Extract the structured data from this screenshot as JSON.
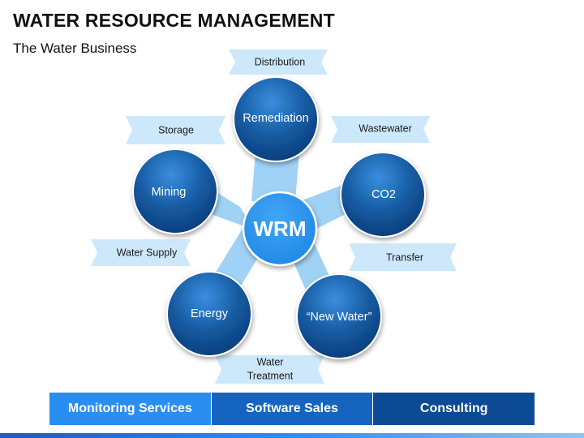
{
  "header": {
    "title": "WATER RESOURCE MANAGEMENT",
    "subtitle": "The Water Business"
  },
  "diagram": {
    "center": {
      "label": "WRM",
      "color": "#1e88e5"
    },
    "nodes": [
      {
        "label": "Remediation"
      },
      {
        "label": "CO2"
      },
      {
        "label": "“New Water”"
      },
      {
        "label": "Energy"
      },
      {
        "label": "Mining"
      }
    ],
    "ribbons": [
      {
        "label": "Distribution"
      },
      {
        "label": "Wastewater"
      },
      {
        "label": "Transfer"
      },
      {
        "label": "Water",
        "label2": "Treatment"
      },
      {
        "label": "Water Supply"
      },
      {
        "label": "Storage"
      }
    ],
    "colors": {
      "node_dark": "#0a3a78",
      "node_light": "#2f7fd0",
      "spoke": "#9fd2f5",
      "ribbon": "#cde8fb"
    }
  },
  "tabs": [
    {
      "label": "Monitoring Services",
      "color": "#2a8ef0"
    },
    {
      "label": "Software Sales",
      "color": "#1565c0"
    },
    {
      "label": "Consulting",
      "color": "#0d4a95"
    }
  ]
}
